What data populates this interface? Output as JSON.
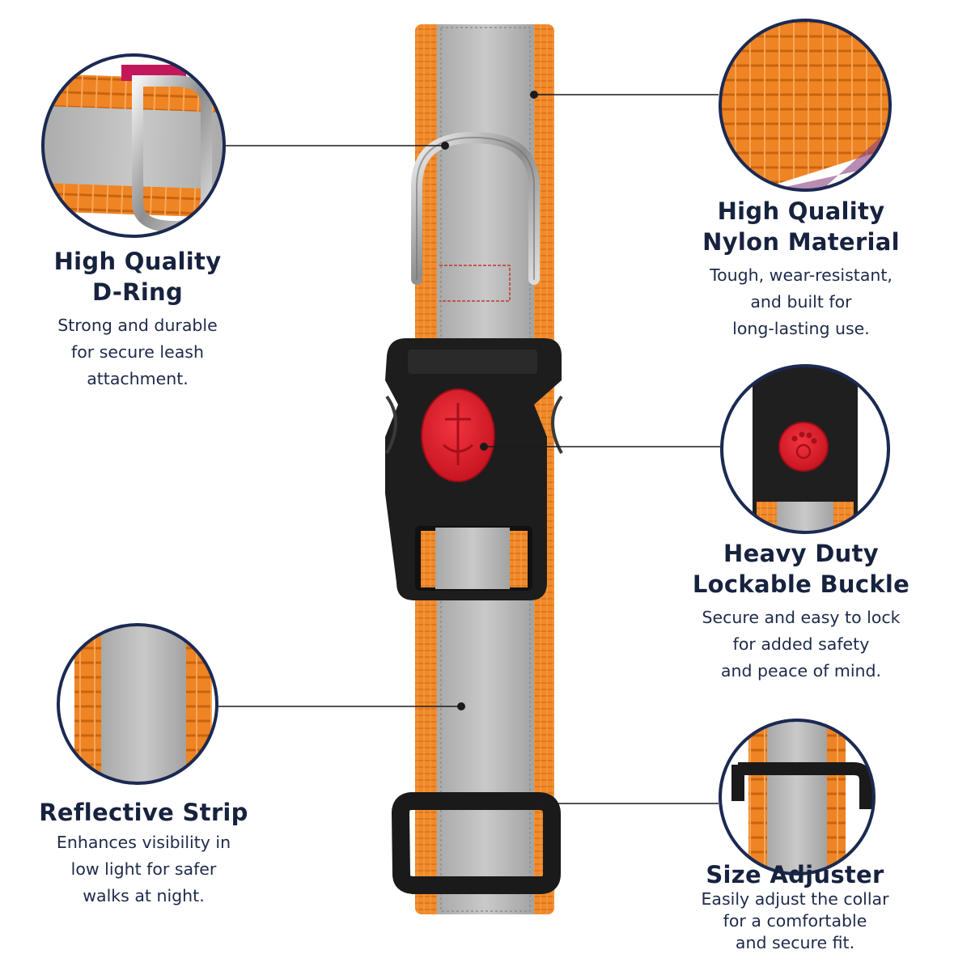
{
  "features": {
    "d_ring": {
      "title_lines": [
        "High Quality",
        "D-Ring"
      ],
      "desc_lines": [
        "Strong and durable",
        "for secure leash",
        "attachment."
      ]
    },
    "nylon": {
      "title_lines": [
        "High Quality",
        "Nylon Material"
      ],
      "desc_lines": [
        "Tough, wear-resistant,",
        "and built for",
        "long-lasting use."
      ]
    },
    "buckle": {
      "title_lines": [
        "Heavy Duty",
        "Lockable Buckle"
      ],
      "desc_lines": [
        "Secure and easy to lock",
        "for added safety",
        "and peace of mind."
      ]
    },
    "reflective": {
      "title_lines": [
        "Reflective Strip"
      ],
      "desc_lines": [
        "Enhances visibility in",
        "low light for safer",
        "walks at night."
      ]
    },
    "adjuster": {
      "title_lines": [
        "Size Adjuster"
      ],
      "desc_lines": [
        "Easily adjust the collar",
        "for a comfortable",
        "and secure fit."
      ]
    }
  },
  "colors": {
    "webbing_orange": "#f08a2a",
    "reflective_gray": "#b9b9b9",
    "buckle_black": "#1c1c1c",
    "button_red": "#e0222e",
    "ring_outline": "#1b2a52",
    "text_navy": "#17223f"
  }
}
